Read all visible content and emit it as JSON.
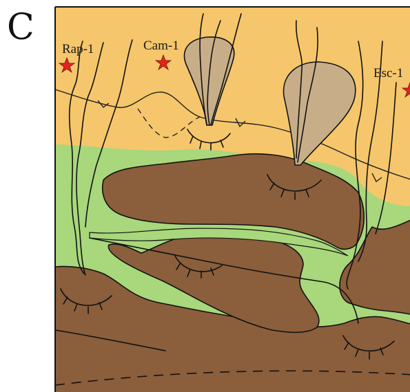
{
  "panel": {
    "letter": "C"
  },
  "wells": [
    {
      "label": "Rap-1"
    },
    {
      "label": "Cam-1"
    },
    {
      "label": "Esc-1"
    }
  ],
  "colors": {
    "shelf": "#F5C66B",
    "slope": "#A8D77C",
    "basin_deposit": "#8B5E3C",
    "fan": "#C7AE88",
    "well_star": "#E0261F",
    "frame": "#111111"
  }
}
